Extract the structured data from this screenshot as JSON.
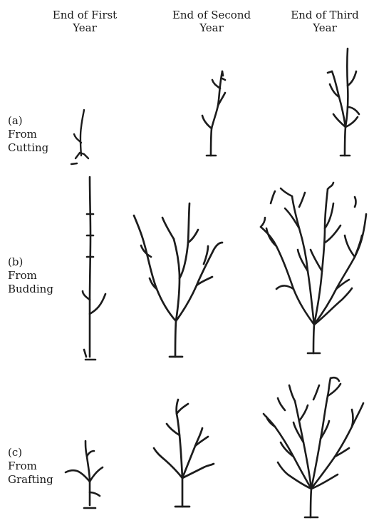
{
  "columns": [
    {
      "line1": "End of First",
      "line2": "Year"
    },
    {
      "line1": "End of Second",
      "line2": "Year"
    },
    {
      "line1": "End of Third",
      "line2": "Year"
    }
  ],
  "rows": [
    {
      "marker": "(a)",
      "line1": "From",
      "line2": "Cutting"
    },
    {
      "marker": "(b)",
      "line1": "From",
      "line2": "Budding"
    },
    {
      "marker": "(c)",
      "line1": "From",
      "line2": "Grafting"
    }
  ],
  "drawing_color": "#1c1c1c"
}
